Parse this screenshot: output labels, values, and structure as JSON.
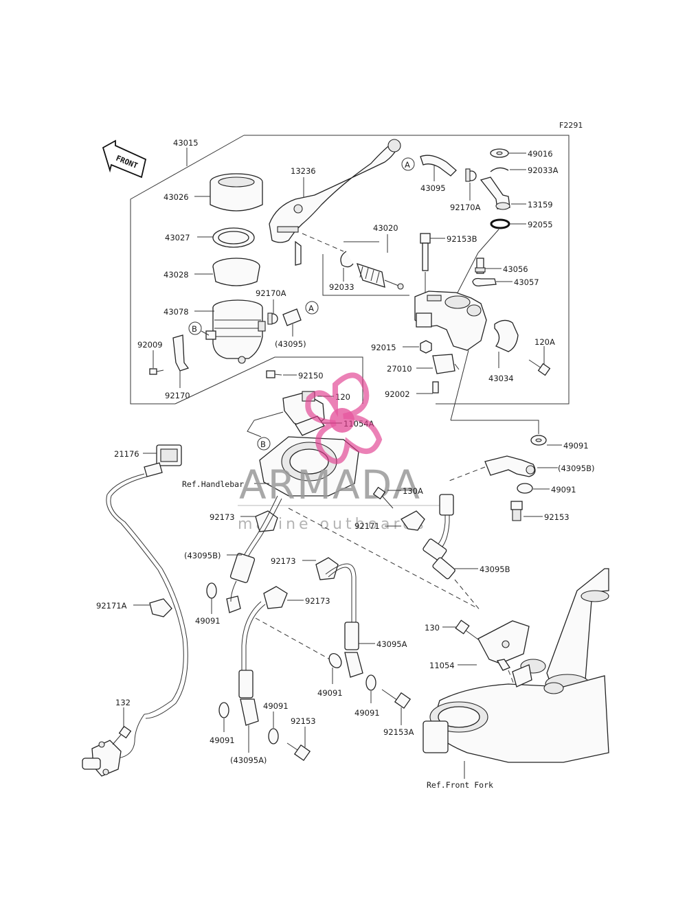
{
  "diagram_code": "F2291",
  "front_arrow_label": "FRONT",
  "watermark": {
    "title": "ARMADA",
    "subtitle": "marine outboards",
    "logo_color": "#e03a8c"
  },
  "parts": {
    "p43015": "43015",
    "p43026": "43026",
    "p43027": "43027",
    "p43028": "43028",
    "p43078": "43078",
    "p92009": "92009",
    "p92170": "92170",
    "p13236": "13236",
    "p43020": "43020",
    "p92033": "92033",
    "p92170A_top": "92170A",
    "p43095_paren": "(43095)",
    "p92150": "92150",
    "p43095": "43095",
    "p92170A": "92170A",
    "p49016": "49016",
    "p92033A": "92033A",
    "p13159": "13159",
    "p92055": "92055",
    "p92153B": "92153B",
    "p43056": "43056",
    "p43057": "43057",
    "p92015": "92015",
    "p27010": "27010",
    "p92002": "92002",
    "p43034": "43034",
    "p120A": "120A",
    "p120": "120",
    "p11054A": "11054A",
    "p49091_a": "49091",
    "p43095B_paren_r": "(43095B)",
    "p49091_b": "49091",
    "p92153": "92153",
    "p130A": "130A",
    "p92171": "92171",
    "p43095B": "43095B",
    "p21176": "21176",
    "p92173_a": "92173",
    "p43095B_paren_l": "(43095B)",
    "p92173_b": "92173",
    "p92173_c": "92173",
    "p49091_c": "49091",
    "p92171A": "92171A",
    "p43095A": "43095A",
    "p49091_d": "49091",
    "p49091_e": "49091",
    "p92153A": "92153A",
    "p132": "132",
    "p49091_f": "49091",
    "p49091_g": "49091",
    "p92153_b": "92153",
    "p43095A_paren": "(43095A)",
    "p130": "130",
    "p11054": "11054"
  },
  "refs": {
    "handlebar": "Ref.Handlebar",
    "front_fork": "Ref.Front Fork"
  },
  "callouts": {
    "A": "A",
    "B": "B"
  }
}
